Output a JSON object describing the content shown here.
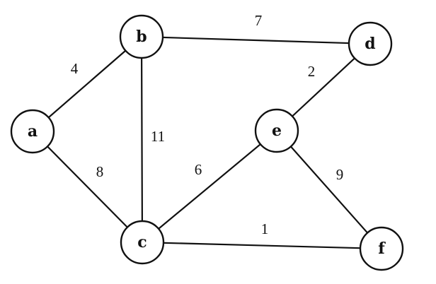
{
  "graph": {
    "nodes": [
      {
        "id": "a",
        "label": "a"
      },
      {
        "id": "b",
        "label": "b"
      },
      {
        "id": "c",
        "label": "c"
      },
      {
        "id": "d",
        "label": "d"
      },
      {
        "id": "e",
        "label": "e"
      },
      {
        "id": "f",
        "label": "f"
      }
    ],
    "edges": [
      {
        "from": "a",
        "to": "b",
        "weight": "4"
      },
      {
        "from": "a",
        "to": "c",
        "weight": "8"
      },
      {
        "from": "b",
        "to": "c",
        "weight": "11"
      },
      {
        "from": "b",
        "to": "d",
        "weight": "7"
      },
      {
        "from": "d",
        "to": "e",
        "weight": "2"
      },
      {
        "from": "c",
        "to": "e",
        "weight": "6"
      },
      {
        "from": "e",
        "to": "f",
        "weight": "9"
      },
      {
        "from": "c",
        "to": "f",
        "weight": "1"
      }
    ]
  }
}
